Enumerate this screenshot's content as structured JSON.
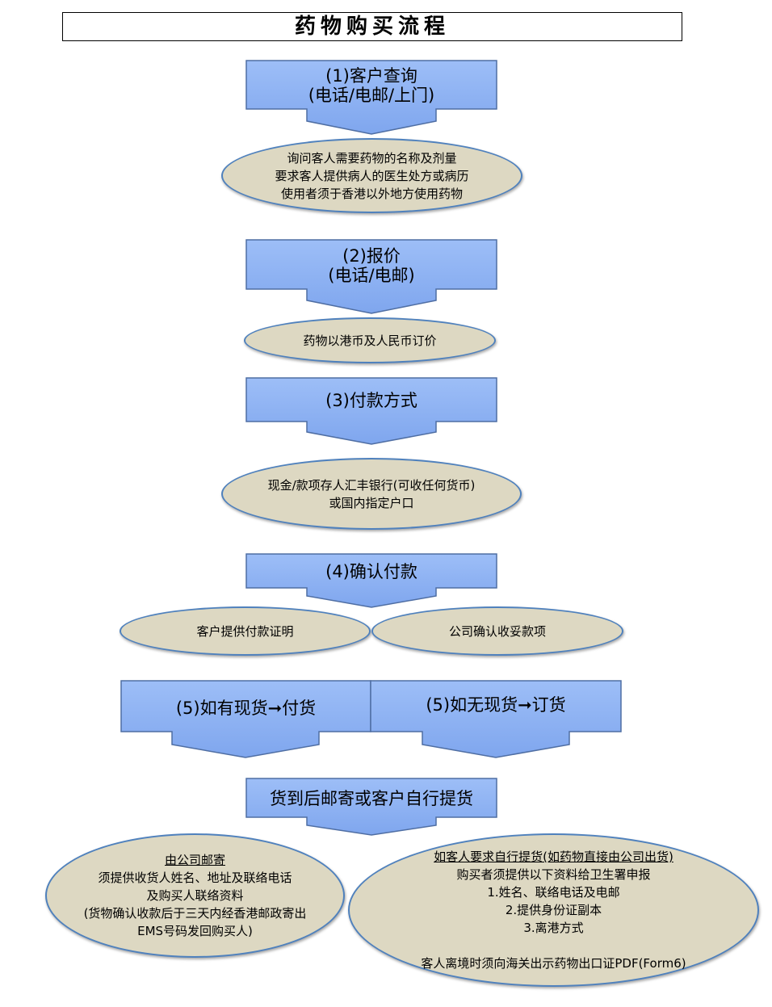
{
  "title": "药物购买流程",
  "colors": {
    "step_fill": "#8db3f5",
    "step_stroke": "#4f6ea3",
    "pill_fill": "#ddd8c2",
    "pill_stroke": "#4f81bd"
  },
  "steps": {
    "s1": {
      "line1": "(1)客户查询",
      "line2": "(电话/电邮/上门)"
    },
    "s2": {
      "line1": "(2)报价",
      "line2": "(电话/电邮)"
    },
    "s3": {
      "line1": "(3)付款方式"
    },
    "s4": {
      "line1": "(4)确认付款"
    },
    "s5a": {
      "line1": "(5)如有现货➞付货"
    },
    "s5b": {
      "line1": "(5)如无现货➞订货"
    },
    "s6": {
      "line1": "货到后邮寄或客户自行提货"
    }
  },
  "details": {
    "d1": [
      "询问客人需要药物的名称及剂量",
      "要求客人提供病人的医生处方或病历",
      "使用者须于香港以外地方使用药物"
    ],
    "d2": [
      "药物以港币及人民币订价"
    ],
    "d3": [
      "现金/款项存人汇丰银行(可收任何货币)",
      "或国内指定户口"
    ],
    "d4a": [
      "客户提供付款证明"
    ],
    "d4b": [
      "公司确认收妥款项"
    ],
    "d6a": {
      "heading": "由公司邮寄",
      "lines": [
        "须提供收货人姓名、地址及联络电话",
        "及购买人联络资料",
        "(货物确认收款后于三天内经香港邮政寄出",
        "EMS号码发回购买人)"
      ]
    },
    "d6b": {
      "heading": "如客人要求自行提货(如药物直接由公司出货)",
      "lines": [
        "购买者须提供以下资料给卫生署申报",
        "1.姓名、联络电话及电邮",
        "2.提供身份证副本",
        "3.离港方式"
      ],
      "footer": "客人离境时须向海关出示药物出口证PDF(Form6)"
    }
  }
}
